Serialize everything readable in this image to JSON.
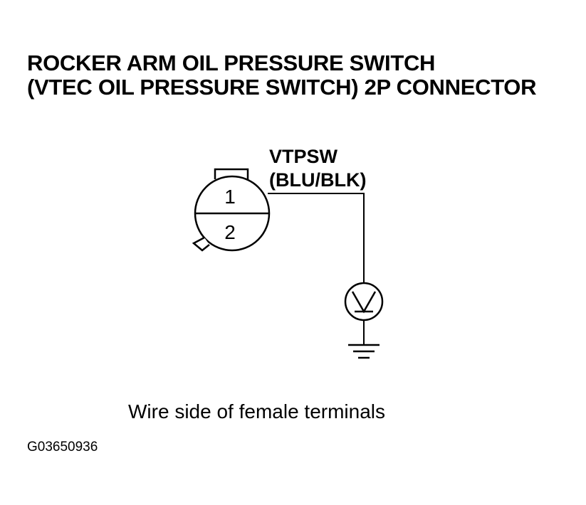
{
  "title": {
    "line1": "ROCKER ARM OIL PRESSURE SWITCH",
    "line2": "(VTEC OIL PRESSURE SWITCH) 2P CONNECTOR"
  },
  "connector": {
    "terminal_1": "1",
    "terminal_2": "2"
  },
  "wire": {
    "signal_name": "VTPSW",
    "color_code": "(BLU/BLK)"
  },
  "meter": {
    "symbol": "voltmeter-icon"
  },
  "ground": {
    "symbol": "ground-icon"
  },
  "caption": "Wire side of female terminals",
  "figure_id": "G03650936"
}
